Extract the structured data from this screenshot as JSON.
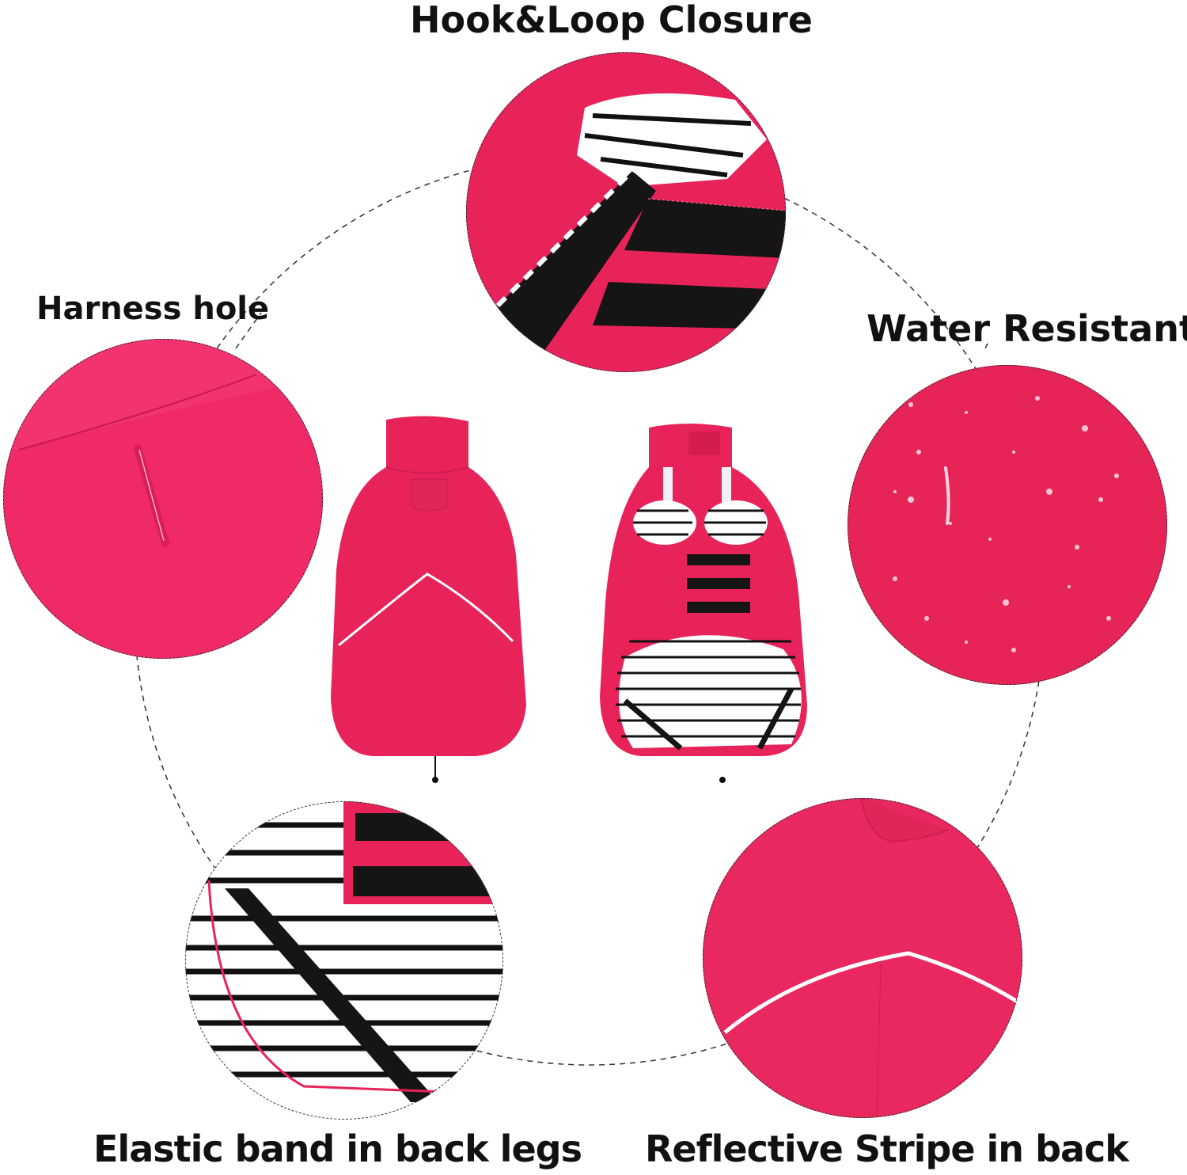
{
  "features": {
    "top": {
      "label": "Hook&Loop Closure",
      "detail": "hook-and-loop-closure-closeup"
    },
    "left": {
      "label": "Harness hole",
      "detail": "harness-hole-closeup"
    },
    "right": {
      "label": "Water Resistant",
      "detail": "water-droplets-closeup"
    },
    "bottom_left": {
      "label": "Elastic band in back legs",
      "detail": "elastic-band-closeup"
    },
    "bottom_right": {
      "label": "Reflective Stripe in back",
      "detail": "reflective-stripe-closeup"
    }
  },
  "center": {
    "items": [
      {
        "name": "coat-outer-view"
      },
      {
        "name": "coat-inner-view"
      }
    ]
  },
  "colors": {
    "fabric": "#e8235a",
    "fabric_dark": "#d41c4f",
    "stripe": "#111111",
    "lining": "#ffffff",
    "reflective": "#f4f4f4",
    "text": "#111111"
  }
}
